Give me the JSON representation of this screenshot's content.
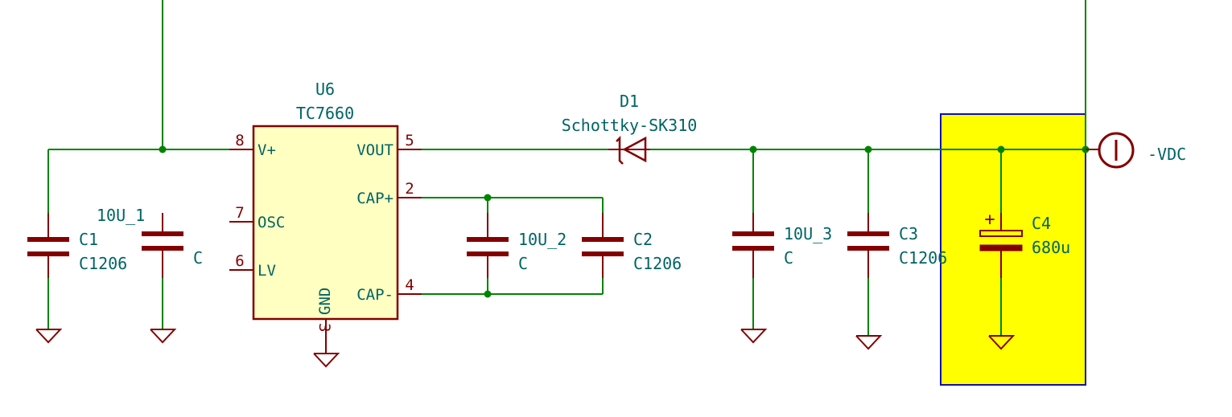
{
  "ic": {
    "ref": "U6",
    "value": "TC7660",
    "pins": {
      "vplus": {
        "num": "8",
        "name": "V+"
      },
      "osc": {
        "num": "7",
        "name": "OSC"
      },
      "lv": {
        "num": "6",
        "name": "LV"
      },
      "vout": {
        "num": "5",
        "name": "VOUT"
      },
      "capp": {
        "num": "2",
        "name": "CAP+"
      },
      "capm": {
        "num": "4",
        "name": "CAP-"
      },
      "gnd": {
        "num": "3",
        "name": "GND"
      }
    }
  },
  "diode": {
    "ref": "D1",
    "value": "Schottky-SK310"
  },
  "capacitors": {
    "c1": {
      "ref": "C1",
      "value": "C1206"
    },
    "c10u1": {
      "ref": "10U_1",
      "value": "C"
    },
    "c10u2": {
      "ref": "10U_2",
      "value": "C"
    },
    "c2": {
      "ref": "C2",
      "value": "C1206"
    },
    "c10u3": {
      "ref": "10U_3",
      "value": "C"
    },
    "c3": {
      "ref": "C3",
      "value": "C1206"
    },
    "c4": {
      "ref": "C4",
      "value": "680u",
      "polarity": "+"
    }
  },
  "output_label": "-VDC",
  "colors": {
    "wire": "#008400",
    "component": "#840000",
    "text": "#006464",
    "ic_fill": "#ffffc2",
    "highlight_fill": "#ffff00",
    "highlight_border": "#1010b0"
  }
}
